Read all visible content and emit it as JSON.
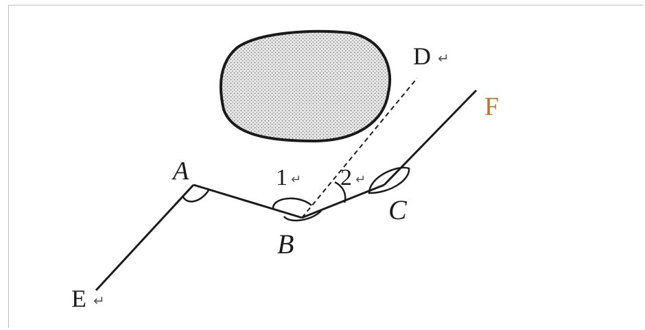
{
  "diagram": {
    "labels": {
      "A": "A",
      "B": "B",
      "C": "C",
      "D": "D",
      "E": "E",
      "F": "F",
      "angle1": "1",
      "angle2": "2"
    },
    "paragraph_mark": "↵",
    "colors": {
      "ink": "#1a1a1a",
      "obstacle_fill": "#cfcfcf",
      "F_accent": "#c9732a"
    }
  }
}
